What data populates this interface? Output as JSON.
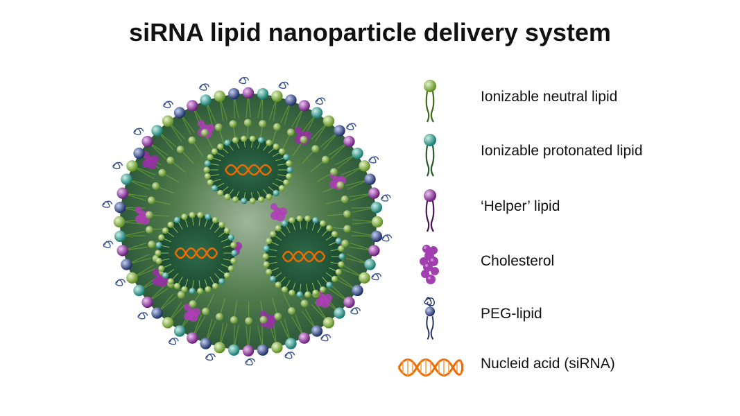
{
  "title": "siRNA lipid nanoparticle delivery system",
  "colors": {
    "neutral_lipid": "#7cb342",
    "protonated_lipid": "#26a69a",
    "helper_lipid": "#8e24aa",
    "cholesterol": "#b03cb8",
    "peg_lipid": "#2c3e7a",
    "nucleic_acid": "#ef6c00"
  },
  "legend": [
    {
      "icon": "ionizable-neutral-lipid-icon",
      "label": "Ionizable neutral lipid"
    },
    {
      "icon": "ionizable-protonated-lipid-icon",
      "label": "Ionizable protonated lipid"
    },
    {
      "icon": "helper-lipid-icon",
      "label": "‘Helper’ lipid"
    },
    {
      "icon": "cholesterol-icon",
      "label": "Cholesterol"
    },
    {
      "icon": "peg-lipid-icon",
      "label": "PEG-lipid"
    },
    {
      "icon": "nucleic-acid-icon",
      "label": "Nucleid acid (siRNA)"
    }
  ]
}
